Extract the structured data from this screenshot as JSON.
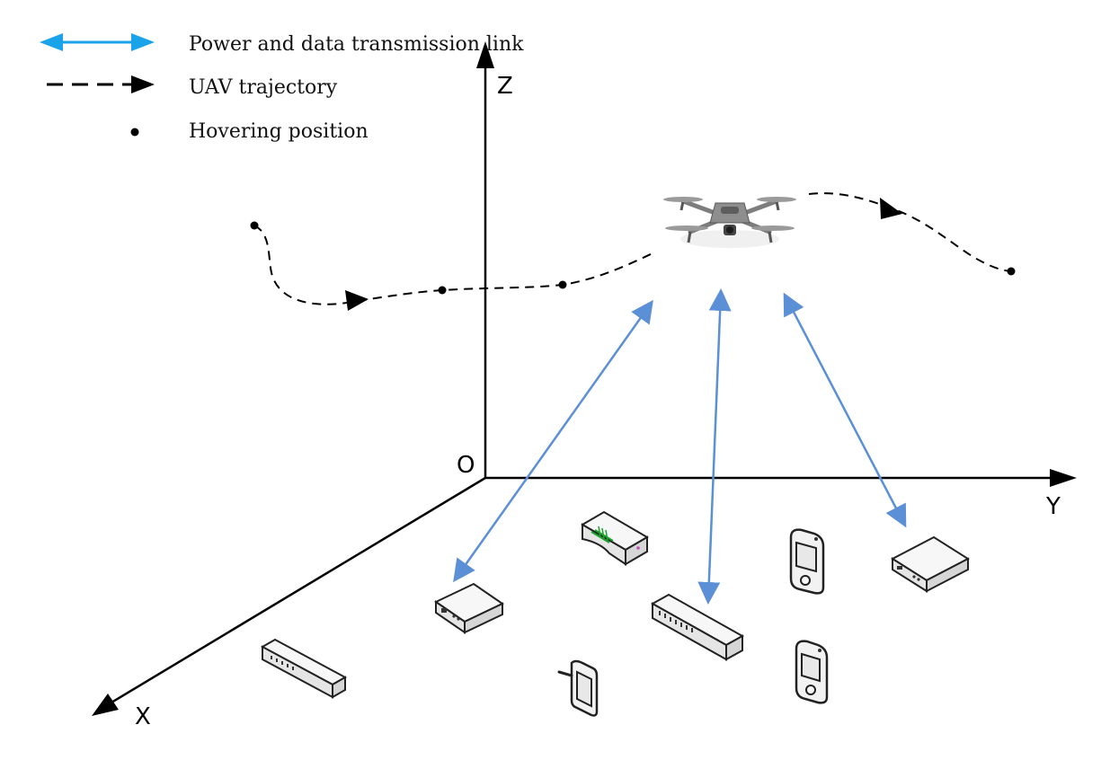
{
  "legend": {
    "link": "Power and data transmission link",
    "trajectory": "UAV trajectory",
    "hover": "Hovering position"
  },
  "axes": {
    "z": "Z",
    "y": "Y",
    "x": "X",
    "origin": "O"
  },
  "colors": {
    "link_legend": "#1aa3e8",
    "link": "#5b8fd6",
    "trajectory": "#000000",
    "device_fill": "#f4f4f4",
    "device_stroke": "#222222"
  },
  "icons": {
    "uav": "uav-drone-icon",
    "devices": [
      "router-icon",
      "router-icon",
      "switch-icon",
      "switch-icon",
      "wireless-router-icon",
      "pda-icon",
      "pda-icon",
      "tablet-icon"
    ]
  }
}
